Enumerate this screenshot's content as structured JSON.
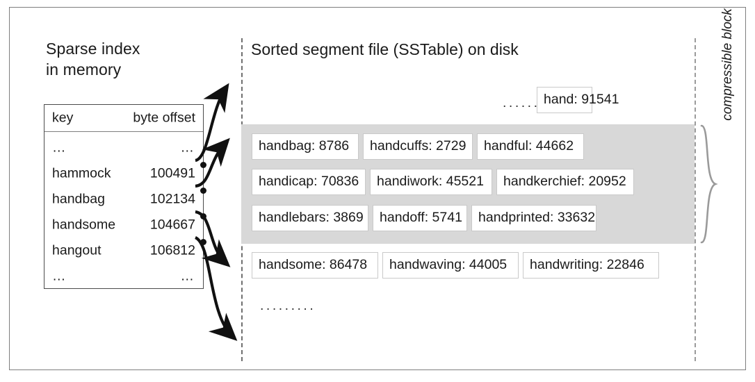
{
  "diagram": {
    "left_panel": {
      "title_line1": "Sparse index",
      "title_line2": "in memory",
      "table": {
        "header": {
          "key": "key",
          "offset": "byte offset"
        },
        "rows": [
          {
            "key": "…",
            "offset": "…"
          },
          {
            "key": "hammock",
            "offset": "100491"
          },
          {
            "key": "handbag",
            "offset": "102134"
          },
          {
            "key": "handsome",
            "offset": "104667"
          },
          {
            "key": "hangout",
            "offset": "106812"
          },
          {
            "key": "…",
            "offset": "…"
          }
        ]
      }
    },
    "right_panel": {
      "title": "Sorted segment file (SSTable) on disk",
      "leading_ellipsis": ".........",
      "first_entry": "hand: 91541",
      "trailing_ellipsis": ".........",
      "compressible_label": "compressible block",
      "block_rows": [
        {
          "cells": [
            "handbag: 8786",
            "handcuffs: 2729",
            "handful: 44662"
          ]
        },
        {
          "cells": [
            "handicap: 70836",
            "handiwork: 45521",
            "handkerchief: 20952"
          ]
        },
        {
          "cells": [
            "handlebars: 3869",
            "handoff: 5741",
            "handprinted: 33632"
          ]
        }
      ],
      "after_block_row": {
        "cells": [
          "handsome: 86478",
          "handwaving: 44005",
          "handwriting: 22846"
        ]
      }
    },
    "colors": {
      "frame_border": "#7d7d7d",
      "table_border": "#4a4a4a",
      "cell_border": "#c9c9c9",
      "block_fill": "#d8d8d8",
      "dash_line": "#6f6f6f",
      "arrow": "#111111"
    }
  }
}
